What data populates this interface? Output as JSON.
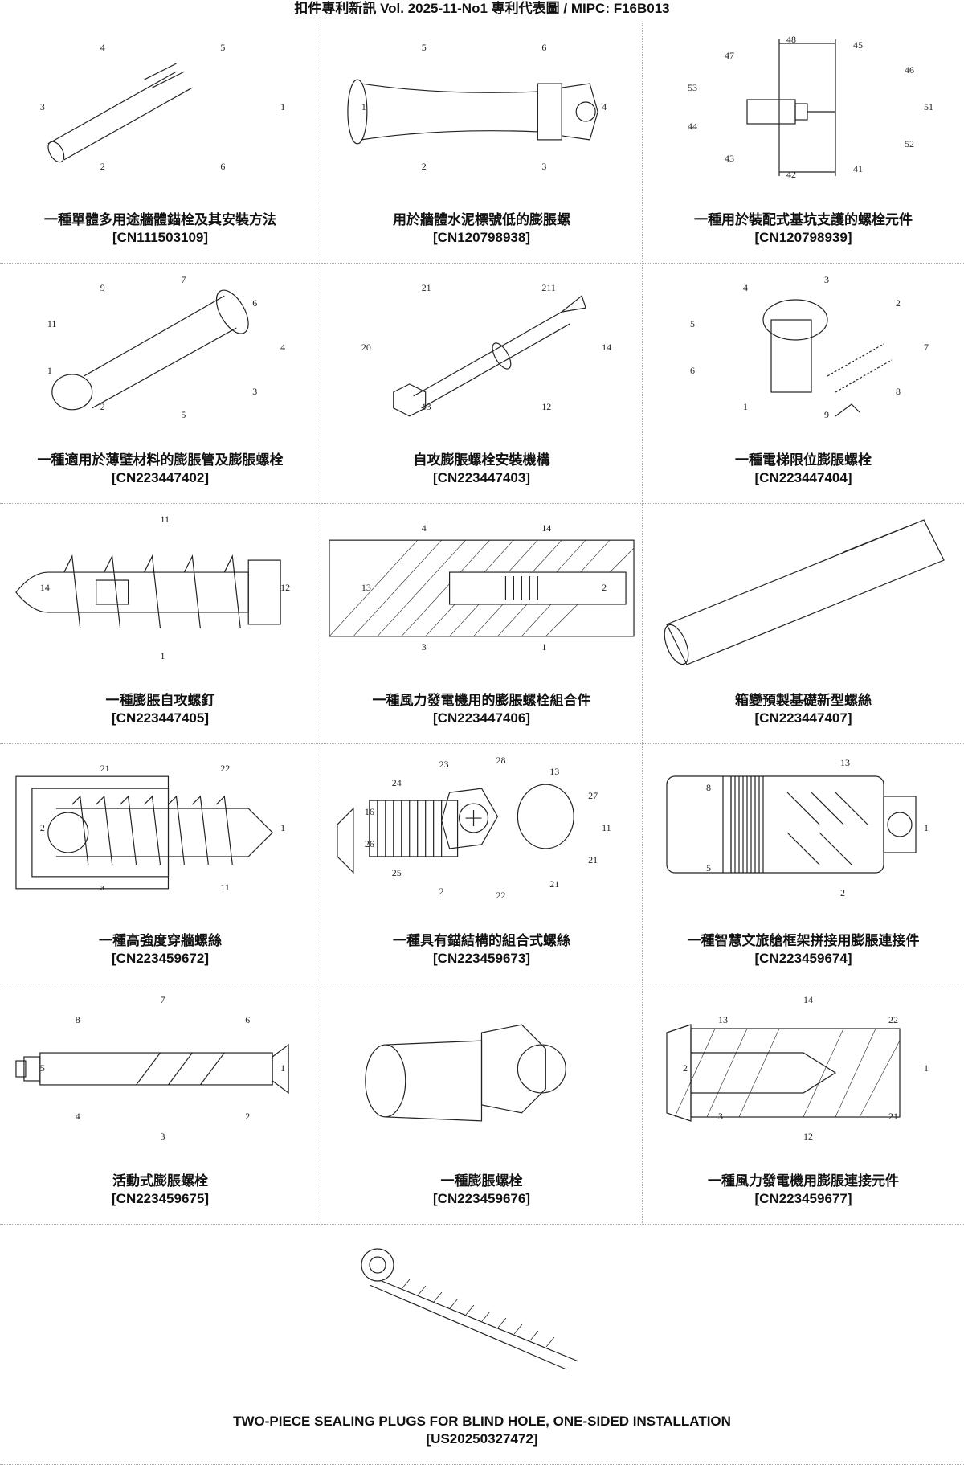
{
  "header": {
    "title": "扣件專利新訊  Vol. 2025-11-No1  專利代表圖  /  MIPC:  F16B013"
  },
  "patents": [
    {
      "title": "一種單體多用途牆體錨栓及其安裝方法",
      "number": "[CN111503109]",
      "labels": [
        "1",
        "6",
        "2",
        "3",
        "4",
        "5"
      ]
    },
    {
      "title": "用於牆體水泥標號低的膨脹螺",
      "number": "[CN120798938]",
      "labels": [
        "4",
        "3",
        "2",
        "1",
        "5",
        "6"
      ]
    },
    {
      "title": "一種用於裝配式基坑支護的螺栓元件",
      "number": "[CN120798939]",
      "labels": [
        "51",
        "52",
        "41",
        "42",
        "43",
        "44",
        "53",
        "47",
        "48",
        "45",
        "46"
      ]
    },
    {
      "title": "一種適用於薄壁材料的膨脹管及膨脹螺栓",
      "number": "[CN223447402]",
      "labels": [
        "4",
        "3",
        "5",
        "2",
        "1",
        "11",
        "9",
        "7",
        "6"
      ]
    },
    {
      "title": "自攻膨脹螺栓安裝機構",
      "number": "[CN223447403]",
      "labels": [
        "14",
        "12",
        "13",
        "20",
        "21",
        "211"
      ]
    },
    {
      "title": "一種電梯限位膨脹螺栓",
      "number": "[CN223447404]",
      "labels": [
        "7",
        "8",
        "9",
        "1",
        "6",
        "5",
        "4",
        "3",
        "2"
      ]
    },
    {
      "title": "一種膨脹自攻螺釘",
      "number": "[CN223447405]",
      "labels": [
        "12",
        "1",
        "14",
        "11"
      ]
    },
    {
      "title": "一種風力發電機用的膨脹螺栓組合件",
      "number": "[CN223447406]",
      "labels": [
        "2",
        "1",
        "3",
        "13",
        "4",
        "14"
      ]
    },
    {
      "title": "箱變預製基礎新型螺絲",
      "number": "[CN223447407]",
      "labels": []
    },
    {
      "title": "一種高強度穿牆螺絲",
      "number": "[CN223459672]",
      "labels": [
        "1",
        "11",
        "a",
        "2",
        "21",
        "22"
      ]
    },
    {
      "title": "一種具有錨結構的組合式螺絲",
      "number": "[CN223459673]",
      "labels": [
        "11",
        "21",
        "21",
        "22",
        "2",
        "25",
        "26",
        "16",
        "24",
        "23",
        "28",
        "13",
        "27"
      ]
    },
    {
      "title": "一種智慧文旅艙框架拼接用膨脹連接件",
      "number": "[CN223459674]",
      "labels": [
        "1",
        "2",
        "5",
        "8",
        "13"
      ]
    },
    {
      "title": "活動式膨脹螺栓",
      "number": "[CN223459675]",
      "labels": [
        "1",
        "2",
        "3",
        "4",
        "5",
        "8",
        "7",
        "6"
      ]
    },
    {
      "title": "一種膨脹螺栓",
      "number": "[CN223459676]",
      "labels": []
    },
    {
      "title": "一種風力發電機用膨脹連接元件",
      "number": "[CN223459677]",
      "labels": [
        "1",
        "21",
        "12",
        "3",
        "2",
        "13",
        "14",
        "22"
      ]
    },
    {
      "title": "TWO-PIECE SEALING PLUGS FOR BLIND HOLE, ONE-SIDED INSTALLATION",
      "number": "[US20250327472]",
      "labels": []
    }
  ]
}
